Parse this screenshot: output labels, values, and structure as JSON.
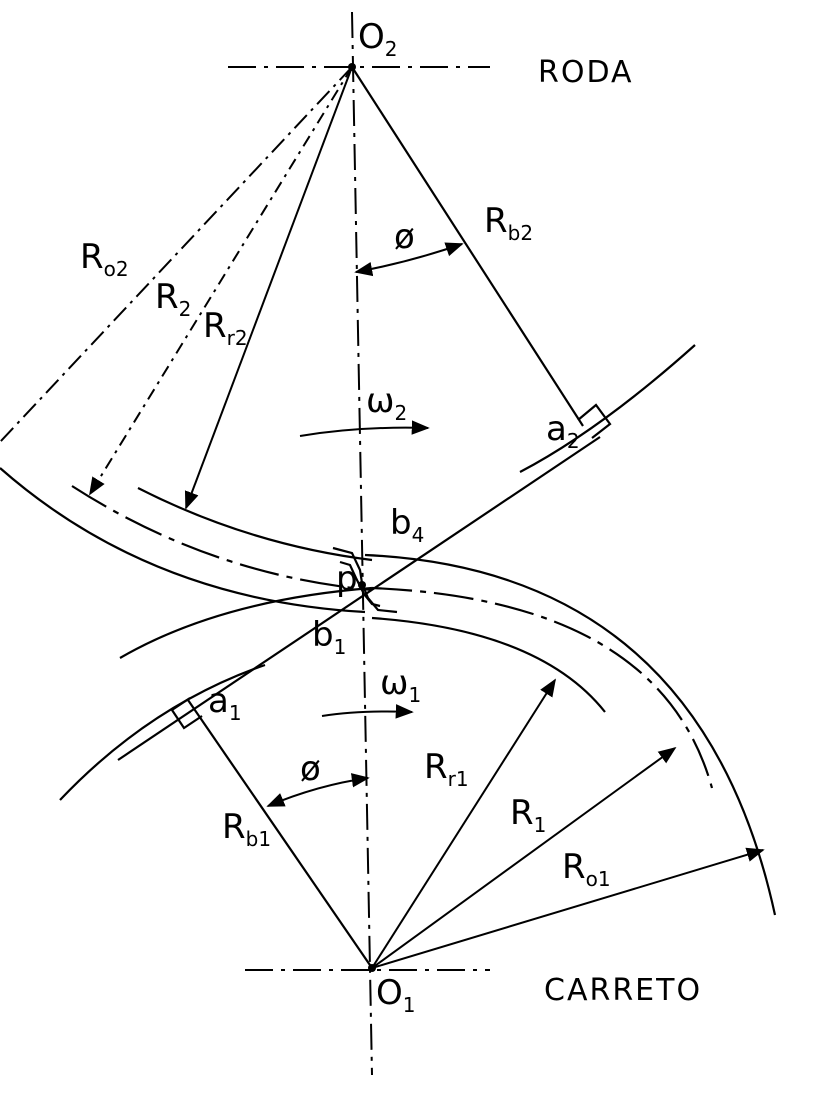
{
  "labels": {
    "roda": "RODA",
    "carreto": "CARRETO",
    "o2": {
      "main": "O",
      "sub": "2"
    },
    "o1": {
      "main": "O",
      "sub": "1"
    },
    "ro2": {
      "main": "R",
      "sub": "o2"
    },
    "r2": {
      "main": "R",
      "sub": "2"
    },
    "rr2": {
      "main": "R",
      "sub": "r2"
    },
    "rb2": {
      "main": "R",
      "sub": "b2"
    },
    "phi_top": "ø",
    "phi_bottom": "ø",
    "omega2": {
      "main": "ω",
      "sub": "2"
    },
    "omega1": {
      "main": "ω",
      "sub": "1"
    },
    "a2": {
      "main": "a",
      "sub": "2"
    },
    "a1": {
      "main": "a",
      "sub": "1"
    },
    "b4": {
      "main": "b",
      "sub": "4"
    },
    "b1": {
      "main": "b",
      "sub": "1"
    },
    "p": "p",
    "rr1": {
      "main": "R",
      "sub": "r1"
    },
    "r1": {
      "main": "R",
      "sub": "1"
    },
    "ro1": {
      "main": "R",
      "sub": "o1"
    },
    "rb1": {
      "main": "R",
      "sub": "b1"
    }
  }
}
